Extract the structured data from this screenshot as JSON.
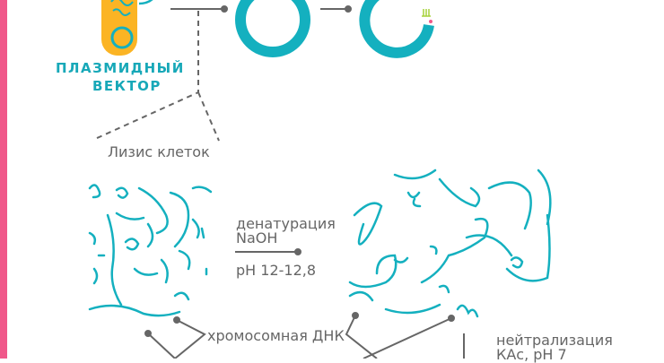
{
  "colors": {
    "accent_bar": "#f0588a",
    "dna": "#14b0bf",
    "cell": "#fbb424",
    "line": "#666666"
  },
  "labels": {
    "plasmid_vector_line1": "ПЛАЗМИДНЫЙ",
    "plasmid_vector_line2": "ВЕКТОР",
    "cell_lysis": "Лизис клеток",
    "denaturation": "денатурация",
    "naoh": "NaOH",
    "ph_high": "pH 12-12,8",
    "chromosomal_dna": "хромосомная ДНК",
    "neutralization": "нейтрализация",
    "kac_ph": "КАс, pH 7"
  }
}
